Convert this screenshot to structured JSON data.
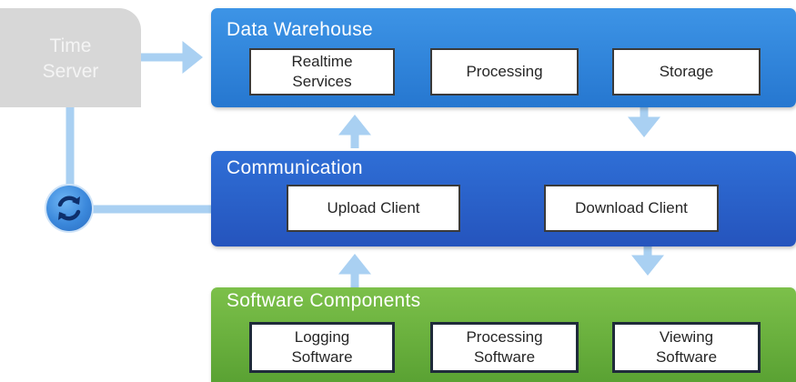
{
  "time_server": {
    "label": "Time\nServer"
  },
  "layers": {
    "data_warehouse": {
      "title": "Data Warehouse",
      "boxes": [
        "Realtime\nServices",
        "Processing",
        "Storage"
      ]
    },
    "communication": {
      "title": "Communication",
      "boxes": [
        "Upload Client",
        "Download Client"
      ]
    },
    "software_components": {
      "title": "Software Components",
      "boxes": [
        "Logging\nSoftware",
        "Processing\nSoftware",
        "Viewing\nSoftware"
      ]
    }
  },
  "colors": {
    "arrow": "#a9d0f2",
    "time_server": "#d7d7d7",
    "data_warehouse": "#2f85dc",
    "communication": "#2a5fc9",
    "software_components": "#6ab13e"
  },
  "icons": {
    "sync": "sync-icon"
  }
}
